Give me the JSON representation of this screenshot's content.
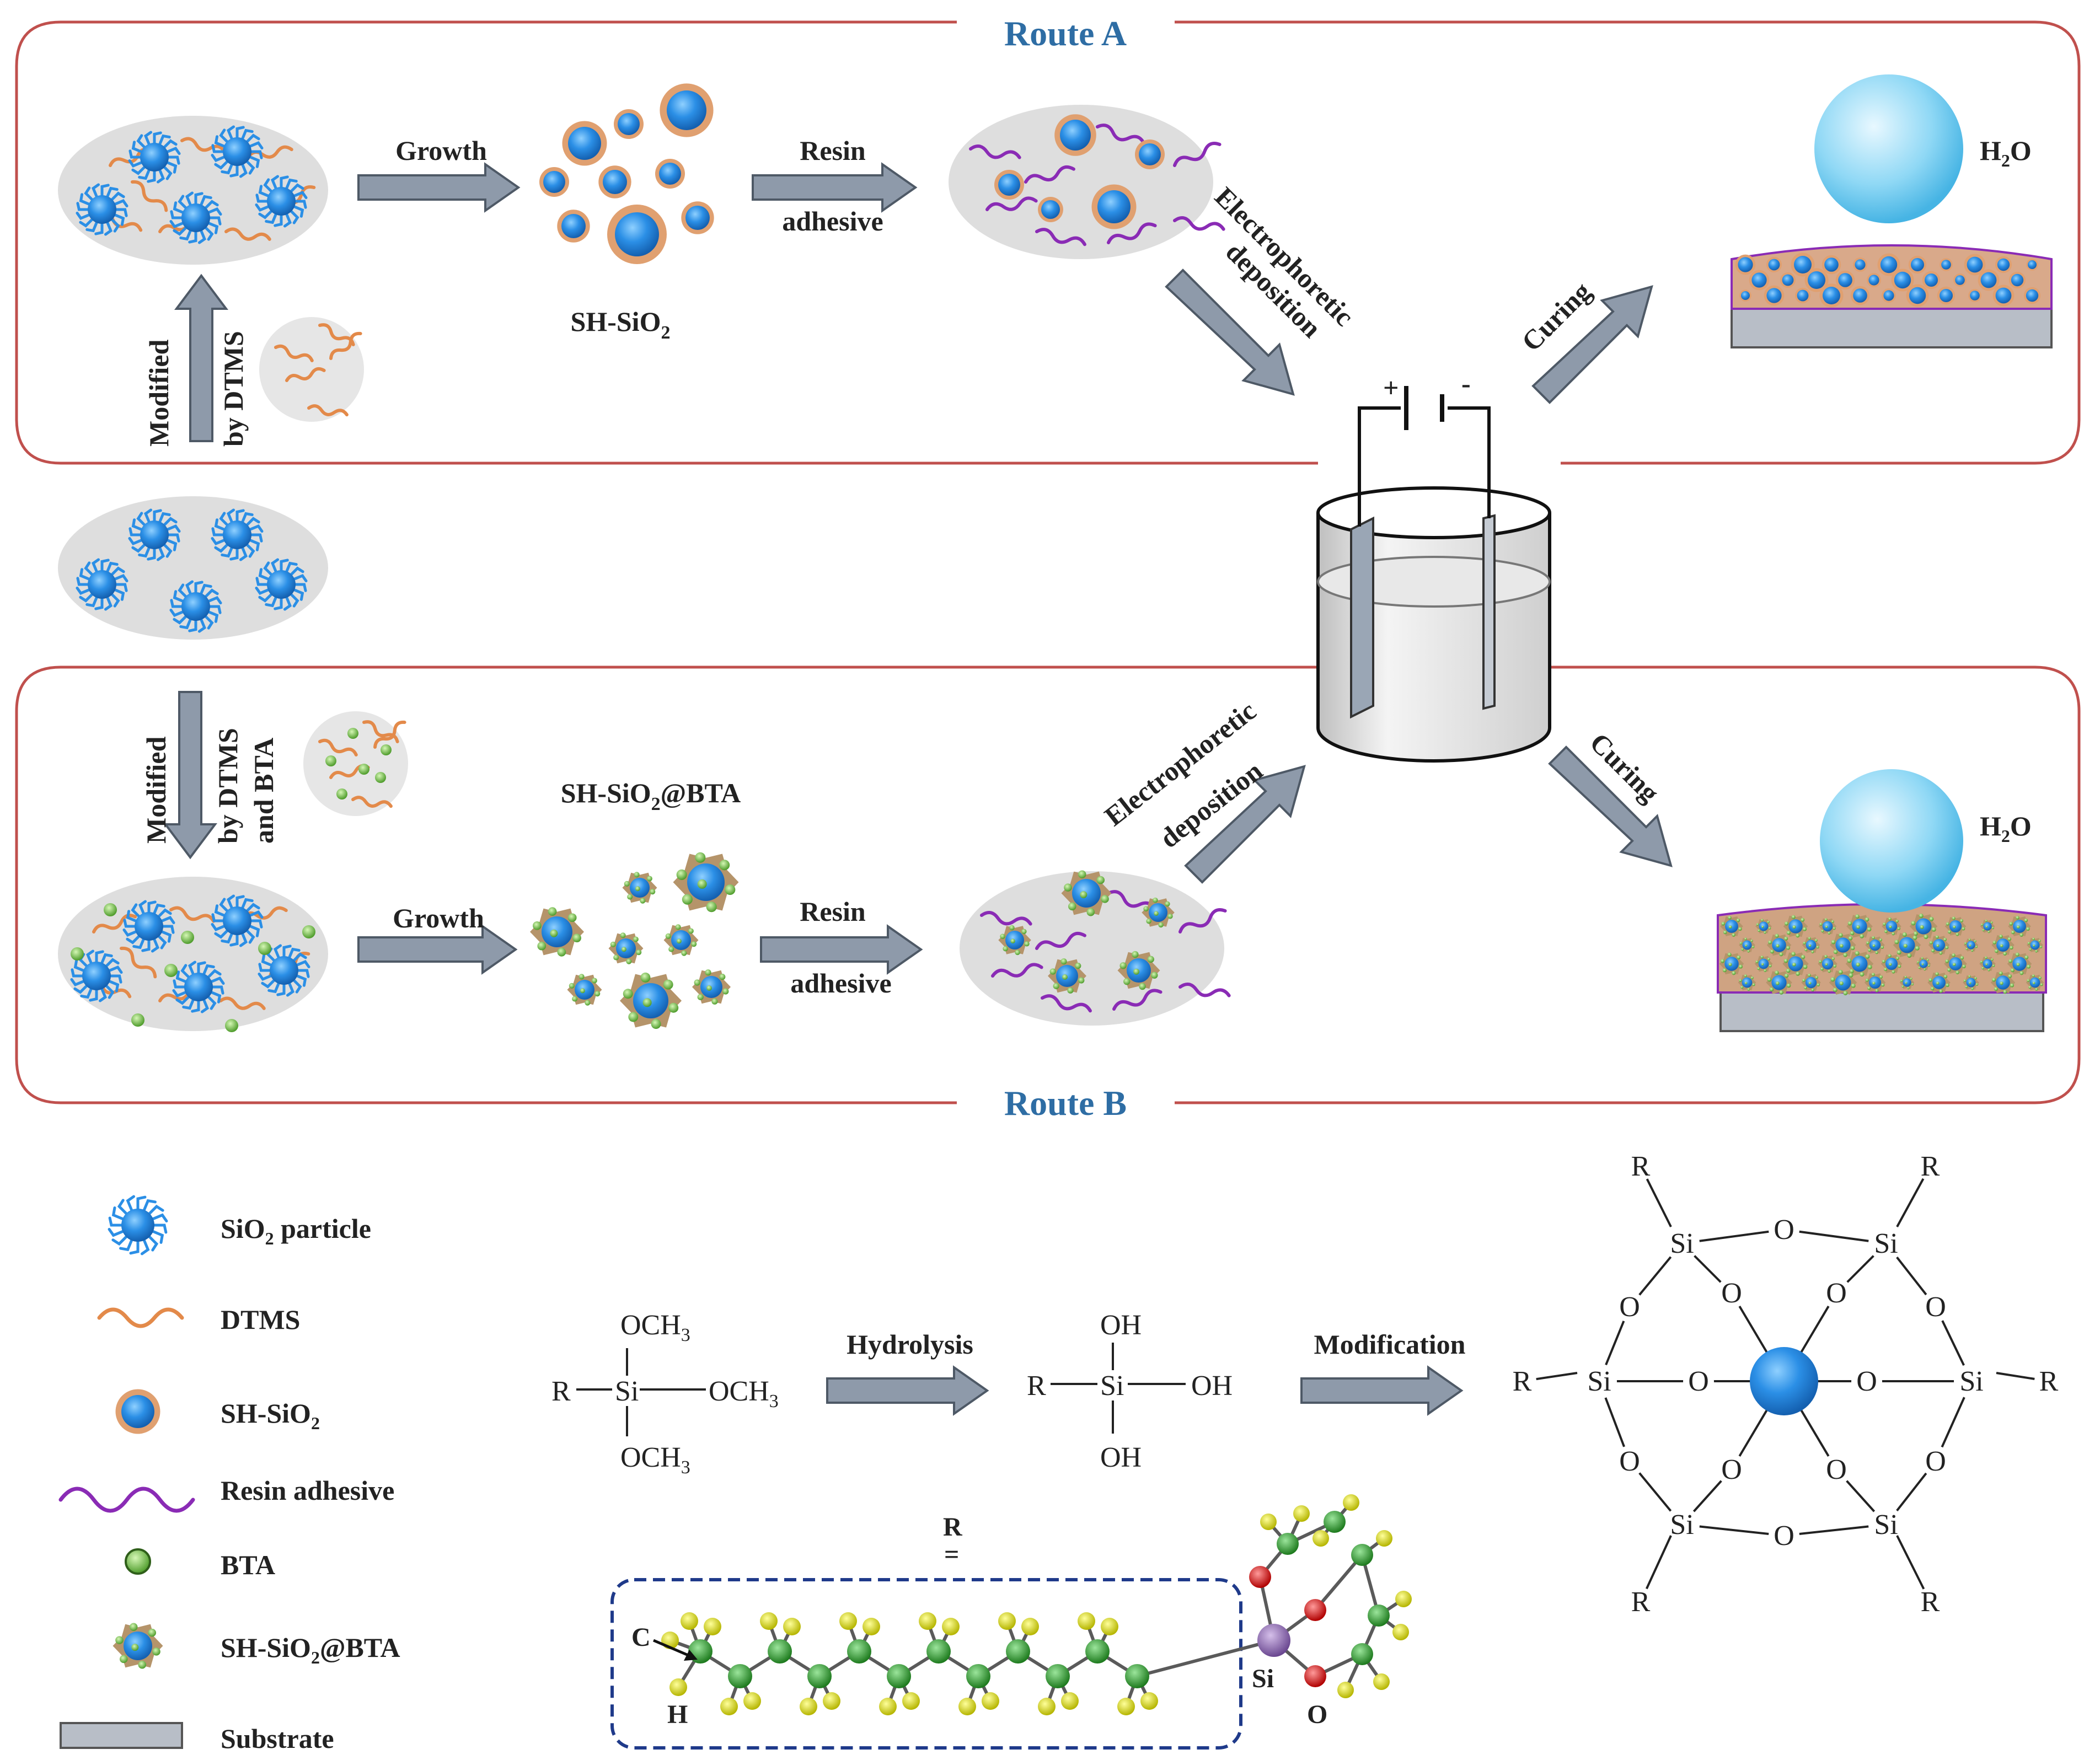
{
  "route_a": {
    "title": "Route A",
    "growth": "Growth",
    "product": "SH-SiO",
    "product_sub": "2",
    "resin_line1": "Resin",
    "resin_line2": "adhesive",
    "ep_line1": "Electrophoretic",
    "ep_line2": "deposition",
    "curing": "Curing",
    "water": "H",
    "water_sub": "2",
    "water_end": "O",
    "modified_line1": "Modified",
    "modified_line2": "by DTMS"
  },
  "route_b": {
    "title": "Route B",
    "growth": "Growth",
    "product": "SH-SiO",
    "product_sub": "2",
    "product_end": "@BTA",
    "resin_line1": "Resin",
    "resin_line2": "adhesive",
    "ep_line1": "Electrophoretic",
    "ep_line2": "deposition",
    "curing": "Curing",
    "water": "H",
    "water_sub": "2",
    "water_end": "O",
    "modified_line1": "Modified",
    "modified_line2": "by DTMS",
    "modified_line3": "and BTA"
  },
  "cell": {
    "plus": "+",
    "minus": "-"
  },
  "legend": [
    {
      "label": "SiO",
      "sub": "2",
      "rest": " particle"
    },
    {
      "label": "DTMS",
      "sub": "",
      "rest": ""
    },
    {
      "label": "SH-SiO",
      "sub": "2",
      "rest": ""
    },
    {
      "label": "Resin adhesive",
      "sub": "",
      "rest": ""
    },
    {
      "label": "BTA",
      "sub": "",
      "rest": ""
    },
    {
      "label": "SH-SiO",
      "sub": "2",
      "rest": "@BTA"
    },
    {
      "label": "Substrate",
      "sub": "",
      "rest": ""
    }
  ],
  "reaction": {
    "silane_r": "R",
    "silane_si": "Si",
    "silane_och3": "OCH",
    "silane_och3_sub": "3",
    "hydrolysis": "Hydrolysis",
    "silanol_r": "R",
    "silanol_si": "Si",
    "silanol_oh": "OH",
    "modification": "Modification",
    "cluster_r": "R",
    "cluster_si": "Si",
    "cluster_o": "O"
  },
  "molecule": {
    "r_label": "R",
    "equals": "=",
    "c_label": "C",
    "h_label": "H",
    "si_label": "Si",
    "o_label": "O"
  },
  "colors": {
    "frame": "#c0504d",
    "route_title": "#2e6da4",
    "particle": "#2b8fe6",
    "dtms": "#e38a4a",
    "resin": "#8a2bb5",
    "bta": "#7cc242",
    "arrow": "#8e9aaa",
    "substrate": "#b8bec7",
    "water": "#8fd8f5",
    "carbon": "#2e9b2e",
    "hydrogen": "#d8d820",
    "silicon": "#8e6bb0",
    "oxygen": "#e02020",
    "molecule_box": "#1f3a8a"
  }
}
